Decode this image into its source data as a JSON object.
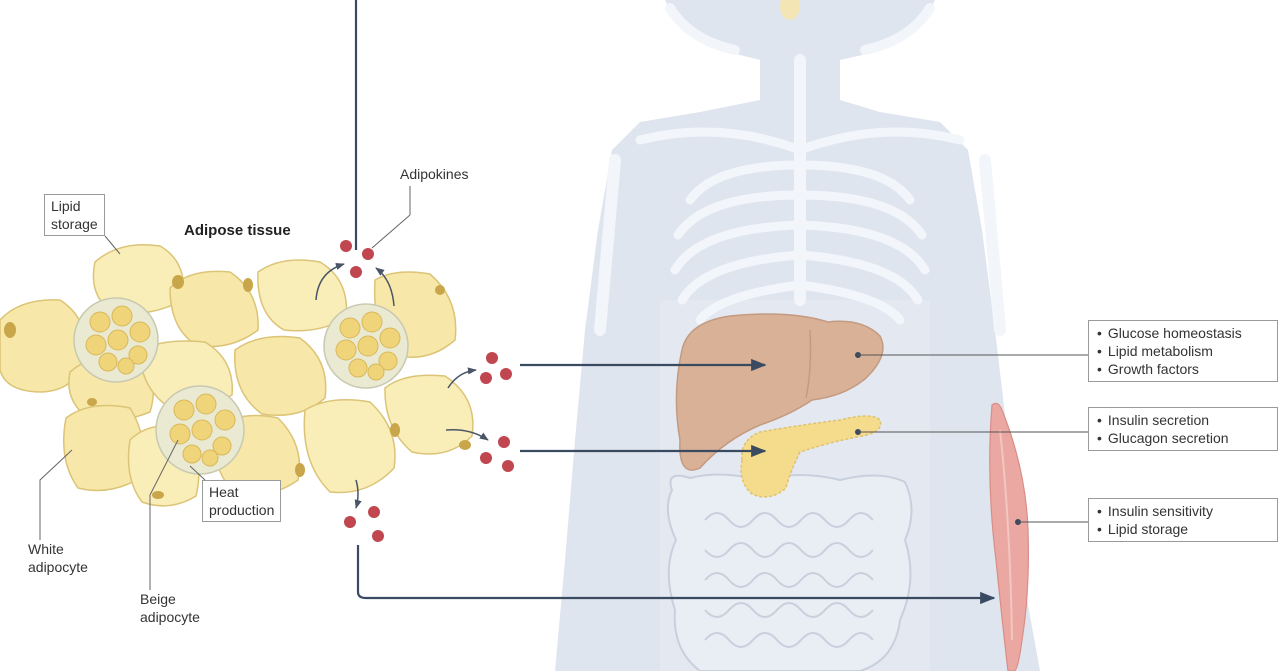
{
  "labels": {
    "title": "Adipose tissue",
    "adipokines": "Adipokines",
    "lipid_storage": [
      "Lipid",
      "storage"
    ],
    "heat_production": [
      "Heat",
      "production"
    ],
    "white_adipocyte": [
      "White",
      "adipocyte"
    ],
    "beige_adipocyte": [
      "Beige",
      "adipocyte"
    ]
  },
  "organ_effects": [
    {
      "organ": "liver",
      "items": [
        "Glucose homeostasis",
        "Lipid metabolism",
        "Growth factors"
      ]
    },
    {
      "organ": "pancreas",
      "items": [
        "Insulin secretion",
        "Glucagon secretion"
      ]
    },
    {
      "organ": "muscle",
      "items": [
        "Insulin sensitivity",
        "Lipid storage"
      ]
    }
  ],
  "colors": {
    "body": "#dce3ee",
    "adipocyte": "#f7e7a8",
    "liver": "#d9b197",
    "pancreas": "#f4dc8c",
    "muscle": "#eba8a2",
    "adipokine_dot": "#c0464f",
    "arrow": "#3a4a60"
  }
}
